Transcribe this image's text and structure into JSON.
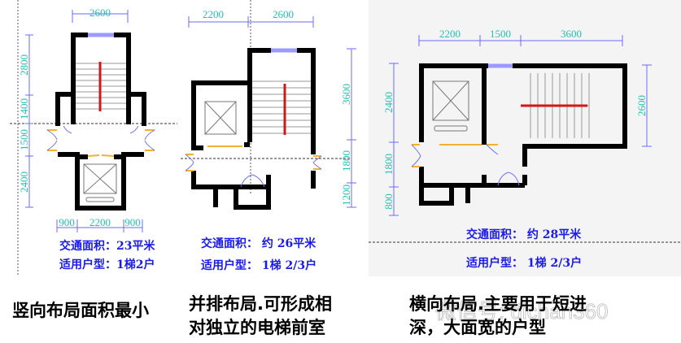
{
  "panels": [
    {
      "dims": {
        "top": "2600",
        "left": [
          "2800",
          "1400",
          "1500",
          "2400"
        ],
        "bottom": [
          "900",
          "2200",
          "900"
        ]
      },
      "area": "交通面积：23平米",
      "units": "适用户型：1梯2户",
      "caption": [
        "竖向布局面积最小"
      ]
    },
    {
      "dims": {
        "top": [
          "2200",
          "2600"
        ],
        "right": [
          "3600",
          "1800",
          "1200"
        ]
      },
      "area": "交通面积： 约 26平米",
      "units": "适用户型： 1梯 2/3户",
      "caption": [
        "并排布局.可形成相",
        "对独立的电梯前室"
      ]
    },
    {
      "dims": {
        "top": [
          "2200",
          "1500",
          "3600"
        ],
        "left": [
          "2400",
          "1800",
          "800"
        ],
        "right": "2600"
      },
      "area": "交通面积： 约 28平米",
      "units": "适用户型： 1梯 2/3户",
      "caption": [
        "横向布局.主要用于短进",
        "深，大面宽的户型"
      ]
    }
  ],
  "watermark": "微信号: dichan360",
  "colors": {
    "wall": "#000000",
    "dimension": "#22c0b0",
    "dim_line": "#6b6bff",
    "info_text": "#1a1aee",
    "stair_arrow": "#d01818",
    "door": "#f5b030",
    "window": "#9a9aff",
    "panel3_bg": "#f4f4f4"
  }
}
